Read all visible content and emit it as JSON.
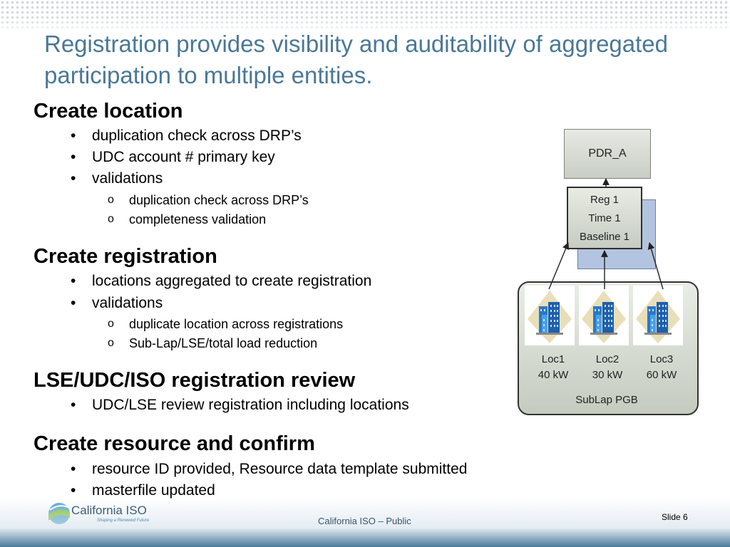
{
  "title": "Registration provides visibility and auditability of aggregated participation to multiple entities.",
  "sections": [
    {
      "heading": "Create location",
      "bullets": [
        "duplication check across DRP’s",
        "UDC account # primary key",
        "validations"
      ],
      "subbullets": [
        "duplication check across DRP’s",
        "completeness validation"
      ]
    },
    {
      "heading": "Create registration",
      "bullets": [
        "locations aggregated to create registration",
        "validations"
      ],
      "subbullets": [
        "duplicate location across registrations",
        "Sub-Lap/LSE/total load reduction"
      ]
    },
    {
      "heading": "LSE/UDC/ISO registration review",
      "bullets": [
        "UDC/LSE review registration including locations"
      ]
    },
    {
      "heading": "Create resource and confirm",
      "bullets": [
        "resource ID provided, Resource data template submitted",
        "masterfile updated"
      ]
    }
  ],
  "markers": {
    "bullet": "•",
    "sub": "o"
  },
  "diagram": {
    "pdr": "PDR_A",
    "registration": [
      "Reg 1",
      "Time 1",
      "Baseline 1"
    ],
    "locations": [
      {
        "name": "Loc1",
        "load": "40 kW"
      },
      {
        "name": "Loc2",
        "load": "30 kW"
      },
      {
        "name": "Loc3",
        "load": "60 kW"
      }
    ],
    "sublap": "SubLap PGB"
  },
  "footer": {
    "logo_name": "California ISO",
    "logo_tagline": "Shaping a Renewed Future",
    "center": "California ISO – Public",
    "slide": "Slide 6"
  }
}
